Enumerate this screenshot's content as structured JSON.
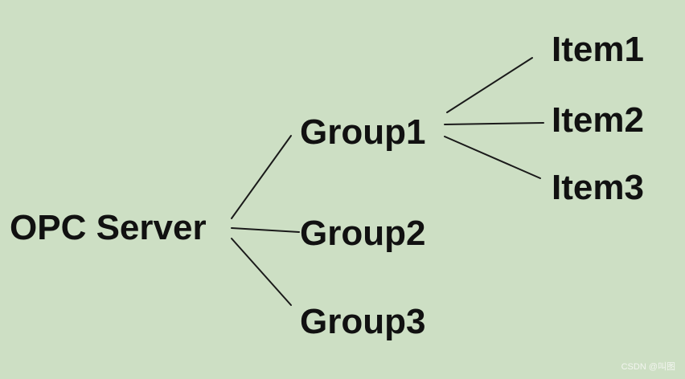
{
  "diagram": {
    "root": {
      "label": "OPC Server"
    },
    "groups": [
      {
        "label": "Group1"
      },
      {
        "label": "Group2"
      },
      {
        "label": "Group3"
      }
    ],
    "items": [
      {
        "label": "Item1"
      },
      {
        "label": "Item2"
      },
      {
        "label": "Item3"
      }
    ],
    "edges": [
      {
        "from": "OPC Server",
        "to": "Group1"
      },
      {
        "from": "OPC Server",
        "to": "Group2"
      },
      {
        "from": "OPC Server",
        "to": "Group3"
      },
      {
        "from": "Group1",
        "to": "Item1"
      },
      {
        "from": "Group1",
        "to": "Item2"
      },
      {
        "from": "Group1",
        "to": "Item3"
      }
    ]
  },
  "watermark": "CSDN @叫图",
  "colors": {
    "background": "#cddfc4",
    "text": "#111111",
    "line": "#1a1a1a"
  }
}
